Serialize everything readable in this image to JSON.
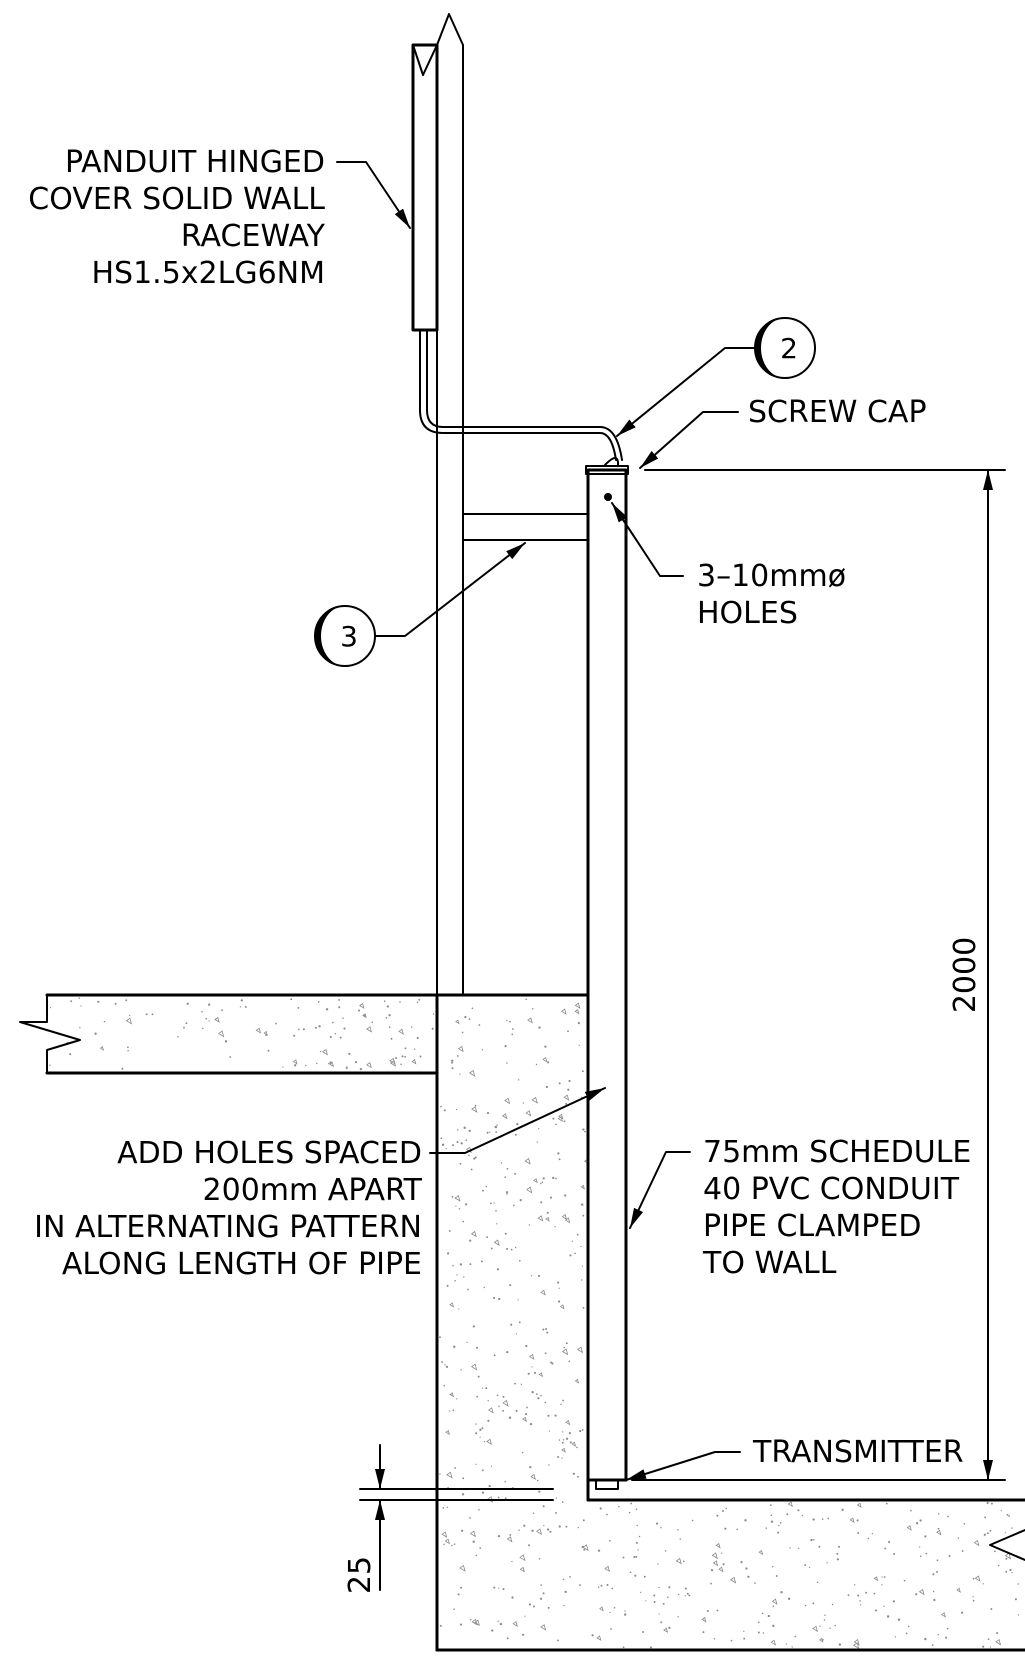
{
  "labels": {
    "raceway": [
      "PANDUIT HINGED",
      "COVER SOLID WALL",
      "RACEWAY",
      "HS1.5x2LG6NM"
    ],
    "screw_cap": "SCREW CAP",
    "holes": [
      "3–10mmø",
      "HOLES"
    ],
    "add_holes": [
      "ADD HOLES SPACED",
      "200mm APART",
      "IN ALTERNATING PATTERN",
      "ALONG LENGTH OF PIPE"
    ],
    "conduit": [
      "75mm SCHEDULE",
      "40 PVC CONDUIT",
      "PIPE CLAMPED",
      "TO WALL"
    ],
    "transmitter": "TRANSMITTER"
  },
  "callouts": {
    "c2": "2",
    "c3": "3"
  },
  "dimensions": {
    "pipe_height": "2000",
    "bottom_clearance": "25"
  }
}
